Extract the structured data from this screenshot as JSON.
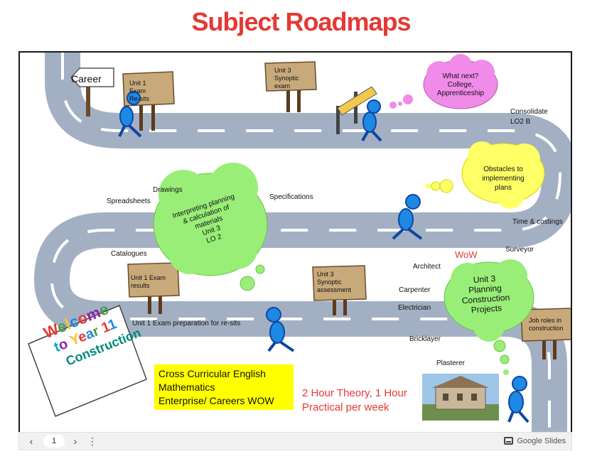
{
  "page_title": "Subject Roadmaps",
  "signs": {
    "career": "Career",
    "unit1_resits": [
      "Unit 1",
      "Exam",
      "Re-sits"
    ],
    "unit3_synoptic_exam": [
      "Unit 3",
      "Synoptic",
      "exam"
    ],
    "unit1_results": [
      "Unit 1 Exam",
      "results"
    ],
    "unit3_synoptic_assessment": [
      "Unit 3",
      "Synoptic",
      "assessment"
    ],
    "job_roles": [
      "Job roles  in",
      "construction"
    ]
  },
  "clouds": {
    "what_next": [
      "What next?",
      "College,",
      "Apprenticeship"
    ],
    "obstacles": [
      "Obstacles to",
      "implementing",
      "plans"
    ],
    "interpreting": [
      "Interpreting  planning",
      "& calculation  of",
      "materials",
      "Unit 3",
      "LO 2"
    ],
    "unit3_planning": [
      "Unit 3",
      "Planning",
      "Construction",
      "Projects"
    ]
  },
  "labels": {
    "consolidate": [
      "Consolidate",
      "LO2 B"
    ],
    "drawings": "Drawings",
    "spreadsheets": "Spreadsheets",
    "specifications": "Specifications",
    "time_costings": "Time & costings",
    "catalogues": "Catalogues",
    "surveyor": "Surveyor",
    "architect": "Architect",
    "carpenter": "Carpenter",
    "electrician": "Electrician",
    "bricklayer": "Bricklayer",
    "plasterer": "Plasterer",
    "exam_prep": "Unit 1 Exam preparation for re-sits",
    "wow": "WoW"
  },
  "welcome": {
    "line1": [
      "W",
      "e",
      "l",
      "c",
      "o",
      "m",
      "e"
    ],
    "line2": [
      "t",
      "o",
      " ",
      "Y",
      "e",
      "a",
      "r",
      " ",
      "1",
      "1"
    ],
    "line3": "Construction"
  },
  "cross_curricular": [
    "Cross Curricular English",
    "Mathematics",
    "Enterprise/ Careers WOW"
  ],
  "theory": [
    "2 Hour Theory, 1 Hour",
    "Practical per week"
  ],
  "toolbar": {
    "prev": "‹",
    "page": "1",
    "next": "›",
    "more": "⋮",
    "brand": "Google Slides"
  },
  "colors": {
    "title": "#e53935",
    "road": "#a3b0c4",
    "cloud_pink": "#f08be9",
    "cloud_yellow": "#ffff66",
    "cloud_green": "#99ee77",
    "highlight": "#ffff00",
    "figure": "#1e88e5"
  }
}
